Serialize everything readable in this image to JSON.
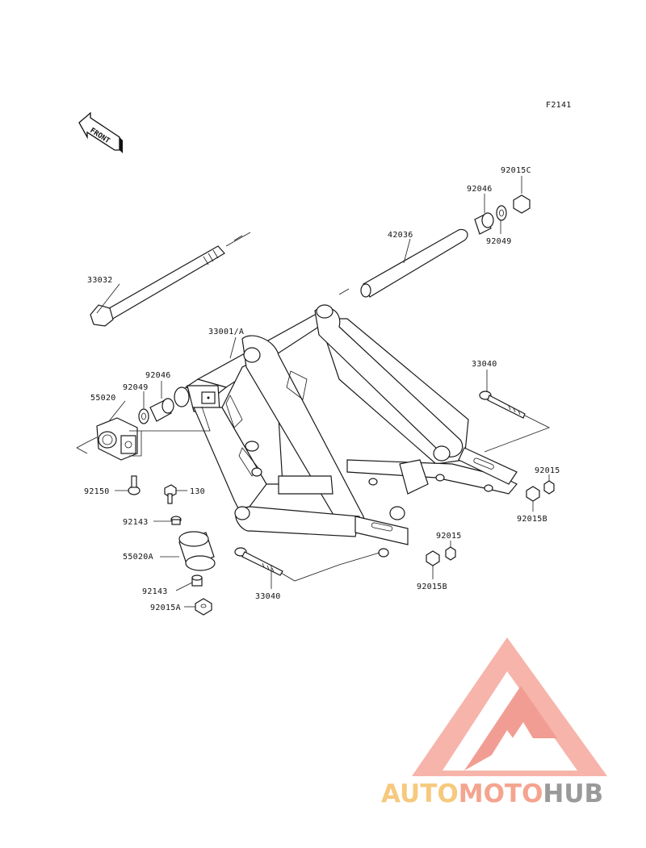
{
  "figure_code": "F2141",
  "front_marker": "FRONT",
  "callouts": {
    "c33032": "33032",
    "c42036": "42036",
    "c92015C": "92015C",
    "c92046_top": "92046",
    "c92049_top": "92049",
    "c33001A": "33001/A",
    "c92046_left": "92046",
    "c92049_left": "92049",
    "c55020": "55020",
    "c92150": "92150",
    "c130": "130",
    "c92143_top": "92143",
    "c55020A": "55020A",
    "c92143_bottom": "92143",
    "c92015A": "92015A",
    "c33040_right": "33040",
    "c92015_right": "92015",
    "c92015B_right": "92015B",
    "c33040_bottom": "33040",
    "c92015_bottom": "92015",
    "c92015B_bottom": "92015B"
  },
  "watermark": {
    "part1": "AUTO",
    "part2": "MOTO",
    "part3": "HUB",
    "colors": {
      "auto": "#f6c97e",
      "moto": "#f4a48f",
      "hub": "#9a9a9a",
      "logo": "#f29d93"
    }
  }
}
